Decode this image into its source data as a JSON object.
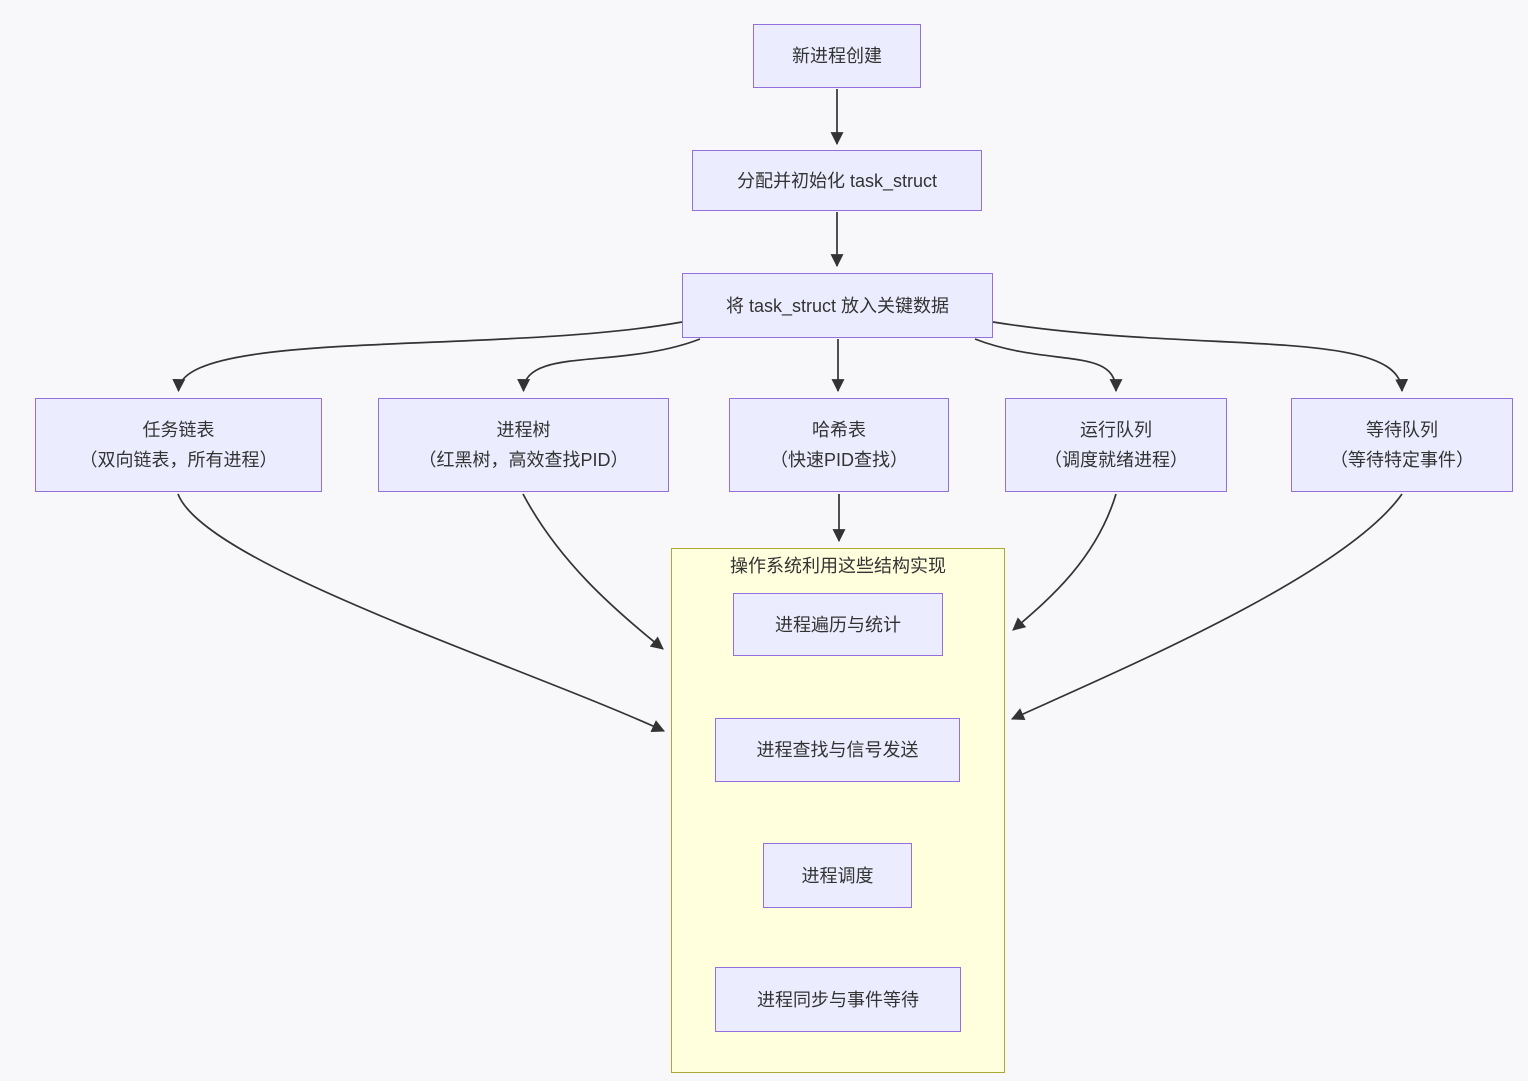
{
  "diagram": {
    "type": "flowchart",
    "colors": {
      "background": "#f8f8fb",
      "node_fill": "#ECECFF",
      "node_border": "#9370DB",
      "cluster_fill": "#FFFFDE",
      "cluster_border": "#AAAA33",
      "edge": "#333333",
      "text": "#333333"
    },
    "nodes": {
      "create": {
        "label": "新进程创建"
      },
      "alloc": {
        "label": "分配并初始化 task_struct"
      },
      "insert": {
        "label": "将 task_struct 放入关键数据"
      },
      "tasklist": {
        "label": "任务链表",
        "sublabel": "（双向链表，所有进程）"
      },
      "proctree": {
        "label": "进程树",
        "sublabel": "（红黑树，高效查找PID）"
      },
      "hashtable": {
        "label": "哈希表",
        "sublabel": "（快速PID查找）"
      },
      "runqueue": {
        "label": "运行队列",
        "sublabel": "（调度就绪进程）"
      },
      "waitqueue": {
        "label": "等待队列",
        "sublabel": "（等待特定事件）"
      },
      "traverse": {
        "label": "进程遍历与统计"
      },
      "lookup": {
        "label": "进程查找与信号发送"
      },
      "sched": {
        "label": "进程调度"
      },
      "sync": {
        "label": "进程同步与事件等待"
      }
    },
    "cluster": {
      "title": "操作系统利用这些结构实现",
      "children": [
        "进程遍历与统计",
        "进程查找与信号发送",
        "进程调度",
        "进程同步与事件等待"
      ]
    },
    "edges": [
      {
        "from": "新进程创建",
        "to": "分配并初始化 task_struct"
      },
      {
        "from": "分配并初始化 task_struct",
        "to": "将 task_struct 放入关键数据"
      },
      {
        "from": "将 task_struct 放入关键数据",
        "to": "任务链表"
      },
      {
        "from": "将 task_struct 放入关键数据",
        "to": "进程树"
      },
      {
        "from": "将 task_struct 放入关键数据",
        "to": "哈希表"
      },
      {
        "from": "将 task_struct 放入关键数据",
        "to": "运行队列"
      },
      {
        "from": "将 task_struct 放入关键数据",
        "to": "等待队列"
      },
      {
        "from": "任务链表",
        "to": "操作系统利用这些结构实现"
      },
      {
        "from": "进程树",
        "to": "操作系统利用这些结构实现"
      },
      {
        "from": "哈希表",
        "to": "操作系统利用这些结构实现"
      },
      {
        "from": "运行队列",
        "to": "操作系统利用这些结构实现"
      },
      {
        "from": "等待队列",
        "to": "操作系统利用这些结构实现"
      }
    ]
  }
}
